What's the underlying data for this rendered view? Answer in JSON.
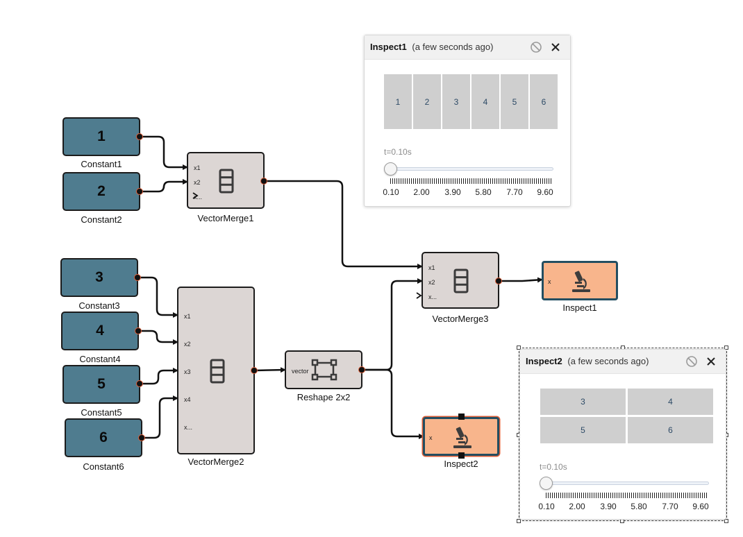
{
  "blocks": {
    "constant1": {
      "value": "1",
      "label": "Constant1"
    },
    "constant2": {
      "value": "2",
      "label": "Constant2"
    },
    "constant3": {
      "value": "3",
      "label": "Constant3"
    },
    "constant4": {
      "value": "4",
      "label": "Constant4"
    },
    "constant5": {
      "value": "5",
      "label": "Constant5"
    },
    "constant6": {
      "value": "6",
      "label": "Constant6"
    },
    "vectormerge1": {
      "label": "VectorMerge1",
      "ports": [
        "x1",
        "x2",
        "x..."
      ],
      "icon": "stack-icon"
    },
    "vectormerge2": {
      "label": "VectorMerge2",
      "ports": [
        "x1",
        "x2",
        "x3",
        "x4",
        "x..."
      ],
      "icon": "stack-icon"
    },
    "vectormerge3": {
      "label": "VectorMerge3",
      "ports": [
        "x1",
        "x2",
        "x..."
      ],
      "icon": "stack-icon"
    },
    "reshape": {
      "label": "Reshape 2x2",
      "port": "vector",
      "icon": "reshape-frame-icon"
    },
    "inspect1": {
      "label": "Inspect1",
      "port": "x",
      "icon": "microscope-icon"
    },
    "inspect2": {
      "label": "Inspect2",
      "port": "x",
      "icon": "microscope-icon"
    }
  },
  "panels": {
    "inspect1": {
      "title": "Inspect1",
      "time": "(a few seconds ago)",
      "cells": [
        "1",
        "2",
        "3",
        "4",
        "5",
        "6"
      ],
      "time_label": "t=0.10s",
      "slider_position": 0,
      "ticks": [
        "0.10",
        "2.00",
        "3.90",
        "5.80",
        "7.70",
        "9.60"
      ]
    },
    "inspect2": {
      "title": "Inspect2",
      "time": "(a few seconds ago)",
      "cells": [
        "3",
        "4",
        "5",
        "6"
      ],
      "time_label": "t=0.10s",
      "slider_position": 0,
      "ticks": [
        "0.10",
        "2.00",
        "3.90",
        "5.80",
        "7.70",
        "9.60"
      ]
    }
  },
  "colors": {
    "constant_fill": "#4f7c8f",
    "merge_fill": "#dcd6d4",
    "inspect_fill": "#f8b58c",
    "port_ring": "#e0603a",
    "wire": "#111111"
  }
}
